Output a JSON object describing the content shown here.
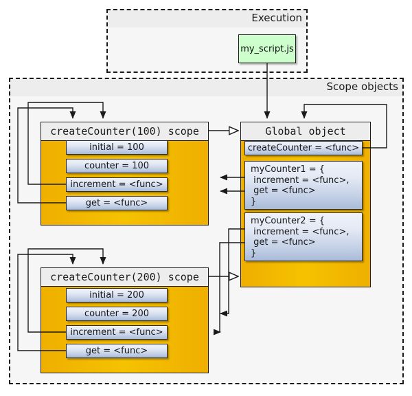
{
  "diagram": {
    "title_execution": "Execution",
    "title_scopes": "Scope objects",
    "script_node": "my_script.js"
  },
  "execution": {
    "label": "Execution",
    "script": "my_script.js"
  },
  "scopes_frame": {
    "label": "Scope objects"
  },
  "scope1": {
    "header": "createCounter(100) scope",
    "slots": [
      "initial = 100",
      "counter = 100",
      "increment = <func>",
      "get = <func>"
    ]
  },
  "scope2": {
    "header": "createCounter(200) scope",
    "slots": [
      "initial = 200",
      "counter = 200",
      "increment = <func>",
      "get = <func>"
    ]
  },
  "global": {
    "header": "Global object",
    "slot_createcounter": "createCounter = <func>",
    "slot_mycounter1": "myCounter1 = {\n increment = <func>,\n get = <func>\n}",
    "slot_mycounter2": "myCounter2 = {\n increment = <func>,\n get = <func>\n}"
  },
  "colors": {
    "scope_fill": "#F0B400",
    "slot_fill_top": "#EFF2F9",
    "slot_fill_bottom": "#A9BBD8",
    "header_fill": "#EDEDED",
    "script_fill": "#CCFFCC",
    "frame_fill": "#F6F6F6",
    "stroke": "#1A1A1A"
  }
}
